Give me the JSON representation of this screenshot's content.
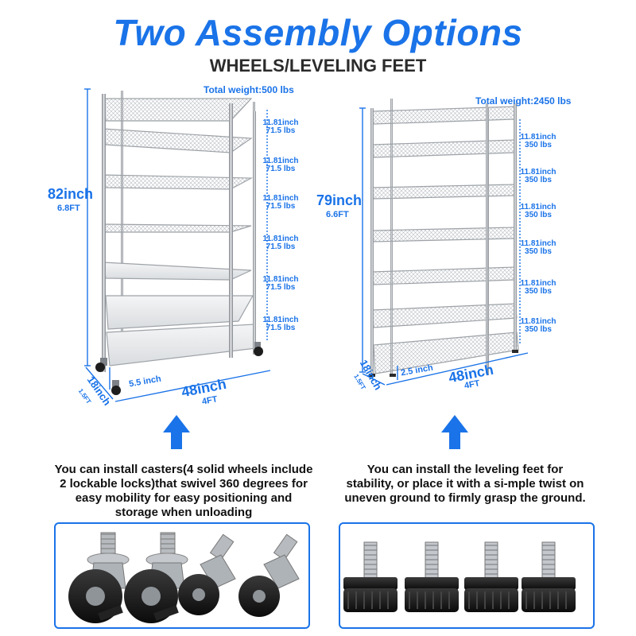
{
  "header": {
    "title": "Two Assembly Options",
    "subtitle": "WHEELS/LEVELING FEET"
  },
  "left_shelf": {
    "total_weight": "Total weight:500 lbs",
    "height": "82inch",
    "height_ft": "6.8FT",
    "width": "48inch",
    "width_ft": "4FT",
    "depth": "18inch",
    "depth_ft": "1.5FT",
    "bottom_clearance": "5.5 inch",
    "spacings": [
      {
        "inch": "11.81inch",
        "load": "71.5 lbs"
      },
      {
        "inch": "11.81inch",
        "load": "71.5 lbs"
      },
      {
        "inch": "11.81inch",
        "load": "71.5 lbs"
      },
      {
        "inch": "11.81inch",
        "load": "71.5 lbs"
      },
      {
        "inch": "11.81inch",
        "load": "71.5 lbs"
      },
      {
        "inch": "11.81inch",
        "load": "71.5 lbs"
      }
    ],
    "description": "You can install casters(4 solid wheels include 2 lockable locks)that swivel 360 degrees for easy mobility for easy positioning and storage when unloading"
  },
  "right_shelf": {
    "total_weight": "Total weight:2450 lbs",
    "height": "79inch",
    "height_ft": "6.6FT",
    "width": "48inch",
    "width_ft": "4FT",
    "depth": "18inch",
    "depth_ft": "1.5FT",
    "bottom_clearance": "2.5 inch",
    "spacings": [
      {
        "inch": "11.81inch",
        "load": "350 lbs"
      },
      {
        "inch": "11.81inch",
        "load": "350 lbs"
      },
      {
        "inch": "11.81inch",
        "load": "350 lbs"
      },
      {
        "inch": "11.81inch",
        "load": "350 lbs"
      },
      {
        "inch": "11.81inch",
        "load": "350 lbs"
      },
      {
        "inch": "11.81inch",
        "load": "350 lbs"
      }
    ],
    "description": "You can install the leveling feet for stability, or place it with a si-mple twist on uneven ground to firmly grasp the ground."
  },
  "colors": {
    "accent": "#1a73e8",
    "text": "#111111",
    "chrome": "#9ea3a8"
  },
  "icons": {
    "arrow": "up-arrow-icon",
    "caster": "caster-wheel-icon",
    "foot": "leveling-foot-icon"
  }
}
